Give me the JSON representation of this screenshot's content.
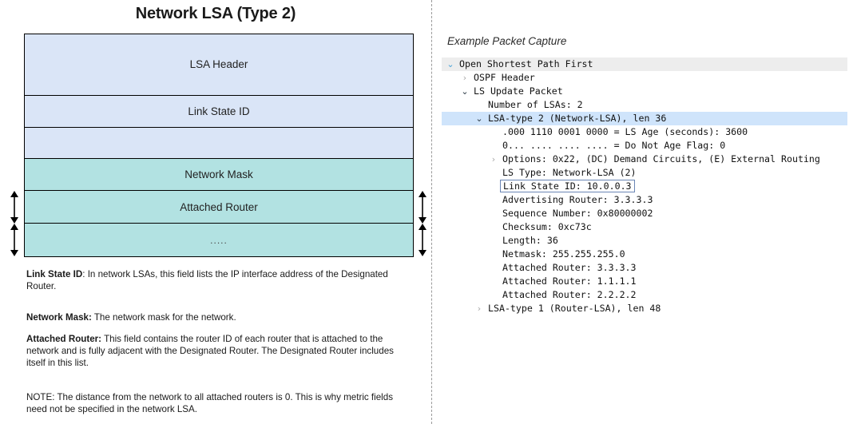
{
  "left": {
    "title": "Network LSA (Type 2)",
    "rows": [
      {
        "label": "LSA Header",
        "name": "lsa-header"
      },
      {
        "label": "Link State ID",
        "name": "link-state-id"
      },
      {
        "label": "",
        "name": "blank-field"
      },
      {
        "label": "Network Mask",
        "name": "network-mask"
      },
      {
        "label": "Attached Router",
        "name": "attached-router"
      },
      {
        "label": ".....",
        "name": "ellipsis-field"
      }
    ],
    "notes": [
      {
        "term": "Link State ID",
        "sep": ": ",
        "text": "In network LSAs, this field lists the IP interface address of the Designated Router."
      },
      {
        "term": "Network Mask:",
        "sep": " ",
        "text": "The network mask for the network."
      },
      {
        "term": "Attached Router:",
        "sep": " ",
        "text": "This field contains the router ID of each router that is attached to the network and is fully adjacent with the Designated Router. The Designated Router includes itself in this list."
      },
      {
        "term": "",
        "sep": "",
        "text": "NOTE: The distance from the network to all attached routers is 0. This is why metric fields need not be specified in the network LSA."
      }
    ]
  },
  "right": {
    "caption": "Example Packet Capture",
    "tree": [
      {
        "label": "Open Shortest Path First",
        "twist": "open",
        "indent": 0,
        "bg": "grey"
      },
      {
        "label": "OSPF Header",
        "twist": "closed",
        "indent": 1,
        "bg": "none"
      },
      {
        "label": "LS Update Packet",
        "twist": "open",
        "indent": 1,
        "bg": "none"
      },
      {
        "label": "Number of LSAs: 2",
        "twist": "none",
        "indent": 2,
        "bg": "none"
      },
      {
        "label": "LSA-type 2 (Network-LSA), len 36",
        "twist": "open",
        "indent": 2,
        "bg": "sel"
      },
      {
        "label": ".000 1110 0001 0000 = LS Age (seconds): 3600",
        "twist": "none",
        "indent": 3,
        "bg": "none"
      },
      {
        "label": "0... .... .... .... = Do Not Age Flag: 0",
        "twist": "none",
        "indent": 3,
        "bg": "none"
      },
      {
        "label": "Options: 0x22, (DC) Demand Circuits, (E) External Routing",
        "twist": "closed",
        "indent": 3,
        "bg": "none"
      },
      {
        "label": "LS Type: Network-LSA (2)",
        "twist": "none",
        "indent": 3,
        "bg": "none"
      },
      {
        "label": "Link State ID: 10.0.0.3",
        "twist": "none",
        "indent": 3,
        "bg": "none",
        "boxed": true
      },
      {
        "label": "Advertising Router: 3.3.3.3",
        "twist": "none",
        "indent": 3,
        "bg": "none"
      },
      {
        "label": "Sequence Number: 0x80000002",
        "twist": "none",
        "indent": 3,
        "bg": "none"
      },
      {
        "label": "Checksum: 0xc73c",
        "twist": "none",
        "indent": 3,
        "bg": "none"
      },
      {
        "label": "Length: 36",
        "twist": "none",
        "indent": 3,
        "bg": "none"
      },
      {
        "label": "Netmask: 255.255.255.0",
        "twist": "none",
        "indent": 3,
        "bg": "none"
      },
      {
        "label": "Attached Router: 3.3.3.3",
        "twist": "none",
        "indent": 3,
        "bg": "none"
      },
      {
        "label": "Attached Router: 1.1.1.1",
        "twist": "none",
        "indent": 3,
        "bg": "none"
      },
      {
        "label": "Attached Router: 2.2.2.2",
        "twist": "none",
        "indent": 3,
        "bg": "none"
      },
      {
        "label": "LSA-type 1 (Router-LSA), len 48",
        "twist": "closed",
        "indent": 2,
        "bg": "none"
      }
    ]
  },
  "colors": {
    "header_fill": "#dae5f7",
    "body_fill": "#b2e2e2",
    "row_selected": "#cfe4fb",
    "row_grey": "#ededed",
    "arrow_blue": "#6f9fdc",
    "arrow_teal": "#177b7b",
    "highlight_border": "#6a86b5"
  },
  "icons": {
    "twist_open": "⌄",
    "twist_closed": "›"
  }
}
